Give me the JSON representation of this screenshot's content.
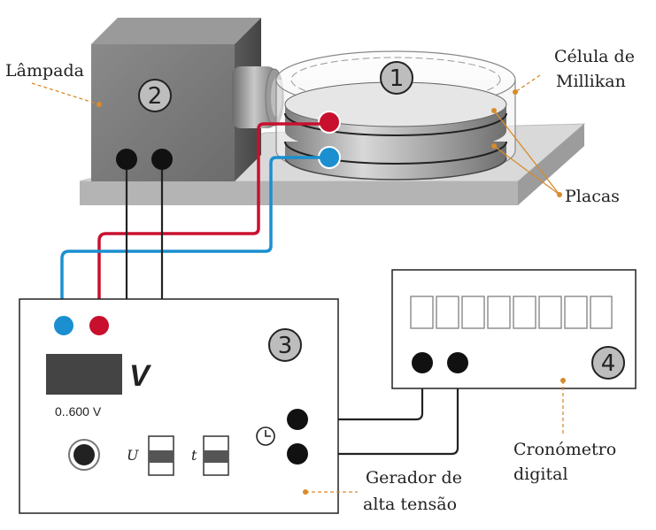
{
  "labels": {
    "lamp": "Lâmpada",
    "cell_line1": "Célula de",
    "cell_line2": "Millikan",
    "plates": "Placas",
    "timer_line1": "Cronómetro",
    "timer_line2": "digital",
    "gen_line1": "Gerador de",
    "gen_line2": "alta tensão"
  },
  "numbers": {
    "n1": "1",
    "n2": "2",
    "n3": "3",
    "n4": "4"
  },
  "generator": {
    "meter_unit": "V",
    "range": "0..600 V",
    "switch_u": "U",
    "switch_t": "t"
  },
  "colors": {
    "red_wire": "#c8102e",
    "blue_wire": "#1b8fd0",
    "leader": "#d98a2b"
  }
}
